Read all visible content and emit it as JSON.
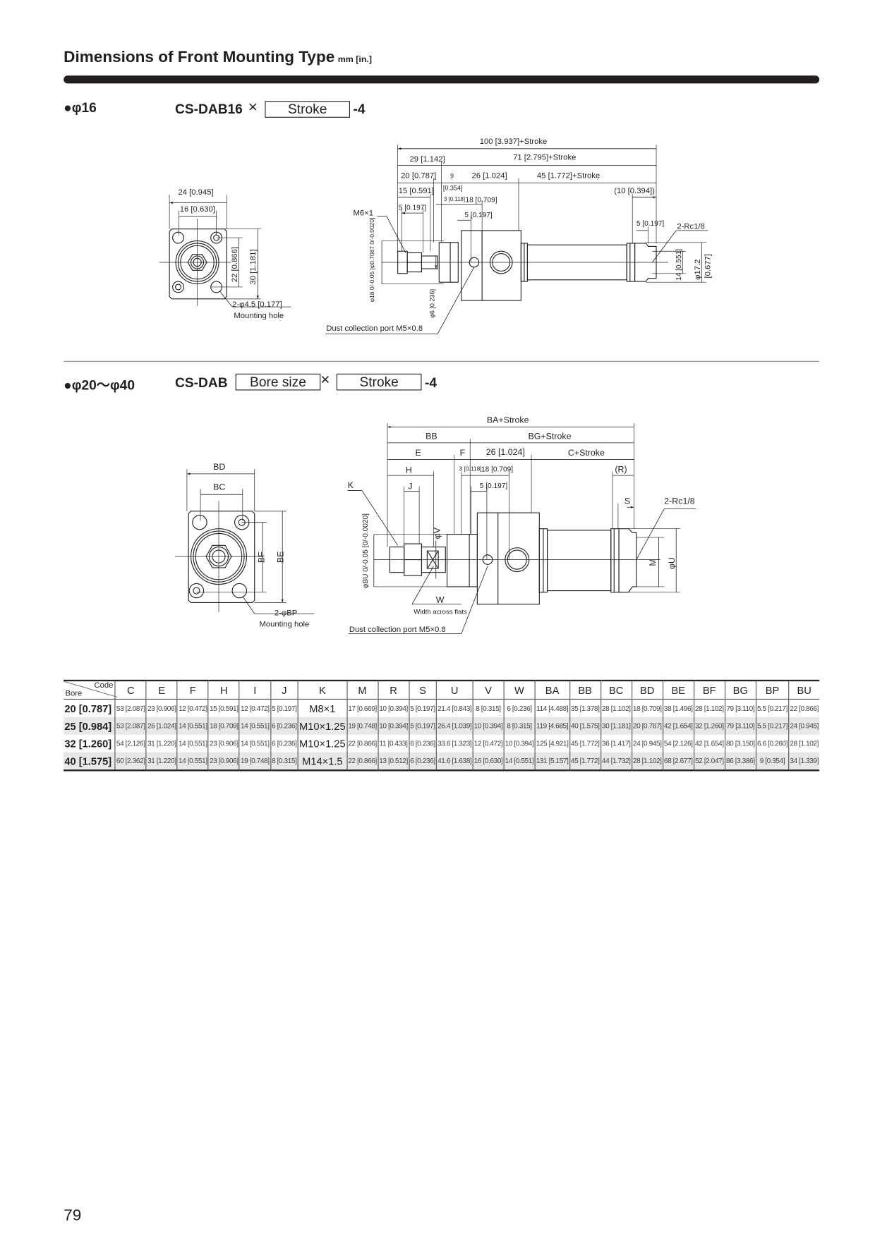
{
  "header": {
    "title": "Dimensions of Front Mounting Type",
    "units": "mm [in.]"
  },
  "section1": {
    "bullet": "●",
    "bore": "φ16",
    "model": "CS-DAB16",
    "times": "×",
    "box": "Stroke",
    "suffix": "-4",
    "labels": {
      "d100": "100 [3.937]+Stroke",
      "d29": "29 [1.142]",
      "d71": "71 [2.795]+Stroke",
      "d20": "20 [0.787]",
      "d9": "9",
      "d9in": "[0.354]",
      "d26": "26 [1.024]",
      "d45": "45 [1.772]+Stroke",
      "d15": "15 [0.591]",
      "d3": "3 [0.118]",
      "d18": "18 [0.709]",
      "d10": "(10 [0.394])",
      "d5a": "5 [0.197]",
      "d5b": "5 [0.197]",
      "d5c": "5 [0.197]",
      "m6": "M6×1",
      "rc": "2-Rc1/8",
      "phi18": "φ18 0/-0.05 [φ0.7087 0/-0.0020]",
      "phi6": "φ6 [0.236]",
      "d14": "14 [0.551]",
      "phi17": "φ17.2",
      "phi17in": "[0.677]",
      "d24": "24 [0.945]",
      "d16": "16 [0.630]",
      "d22": "22 [0.866]",
      "d30": "30 [1.181]",
      "hole": "2-φ4.5 [0.177]",
      "hole_label": "Mounting hole",
      "dust": "Dust collection port M5×0.8"
    }
  },
  "section2": {
    "bullet": "●",
    "bore": "φ20～φ40",
    "model": "CS-DAB",
    "box1": "Bore size",
    "times": "×",
    "box2": "Stroke",
    "suffix": "-4",
    "labels": {
      "ba": "BA+Stroke",
      "bb": "BB",
      "bg": "BG+Stroke",
      "e": "E",
      "f": "F",
      "d26": "26 [1.024]",
      "c": "C+Stroke",
      "h": "H",
      "d3": "3 [0.118]",
      "d18": "18 [0.709]",
      "r": "(R)",
      "j": "J",
      "d5": "5 [0.197]",
      "k": "K",
      "s": "S",
      "rc": "2-Rc1/8",
      "v": "φV",
      "bu": "φBU 0/-0.05 [0/-0.0020]",
      "m": "M",
      "u": "φU",
      "w": "W",
      "w_label": "Width across flats",
      "dust": "Dust collection port M5×0.8",
      "bd": "BD",
      "bc": "BC",
      "bf": "BF",
      "be": "BE",
      "bp": "2-φBP",
      "hole_label": "Mounting hole"
    }
  },
  "table": {
    "corner_bore": "Bore",
    "corner_code": "Code",
    "headers": [
      "C",
      "E",
      "F",
      "H",
      "I",
      "J",
      "K",
      "M",
      "R",
      "S",
      "U",
      "V",
      "W",
      "BA",
      "BB",
      "BC",
      "BD",
      "BE",
      "BF",
      "BG",
      "BP",
      "BU"
    ],
    "rows": [
      [
        "20 [0.787]",
        "53 [2.087]",
        "23 [0.906]",
        "12 [0.472]",
        "15 [0.591]",
        "12 [0.472]",
        "5 [0.197]",
        "M8×1",
        "17 [0.669]",
        "10 [0.394]",
        "5 [0.197]",
        "21.4 [0.843]",
        "8 [0.315]",
        "6 [0.236]",
        "114 [4.488]",
        "35 [1.378]",
        "28 [1.102]",
        "18 [0.709]",
        "38 [1.496]",
        "28 [1.102]",
        "79 [3.110]",
        "5.5 [0.217]",
        "22 [0.866]"
      ],
      [
        "25 [0.984]",
        "53 [2.087]",
        "26 [1.024]",
        "14 [0.551]",
        "18 [0.709]",
        "14 [0.551]",
        "6 [0.236]",
        "M10×1.25",
        "19 [0.748]",
        "10 [0.394]",
        "5 [0.197]",
        "26.4 [1.039]",
        "10 [0.394]",
        "8 [0.315]",
        "119 [4.685]",
        "40 [1.575]",
        "30 [1.181]",
        "20 [0.787]",
        "42 [1.654]",
        "32 [1.260]",
        "79 [3.110]",
        "5.5 [0.217]",
        "24 [0.945]"
      ],
      [
        "32 [1.260]",
        "54 [2.126]",
        "31 [1.220]",
        "14 [0.551]",
        "23 [0.906]",
        "14 [0.551]",
        "6 [0.236]",
        "M10×1.25",
        "22 [0.866]",
        "11 [0.433]",
        "6 [0.236]",
        "33.6 [1.323]",
        "12 [0.472]",
        "10 [0.394]",
        "125 [4.921]",
        "45 [1.772]",
        "36 [1.417]",
        "24 [0.945]",
        "54 [2.126]",
        "42 [1.654]",
        "80 [3.150]",
        "6.6 [0.260]",
        "28 [1.102]"
      ],
      [
        "40 [1.575]",
        "60 [2.362]",
        "31 [1.220]",
        "14 [0.551]",
        "23 [0.906]",
        "19 [0.748]",
        "8 [0.315]",
        "M14×1.5",
        "22 [0.866]",
        "13 [0.512]",
        "6 [0.236]",
        "41.6 [1.638]",
        "16 [0.630]",
        "14 [0.551]",
        "131 [5.157]",
        "45 [1.772]",
        "44 [1.732]",
        "28 [1.102]",
        "68 [2.677]",
        "52 [2.047]",
        "86 [3.386]",
        "9 [0.354]",
        "34 [1.339]"
      ]
    ]
  },
  "page_number": "79"
}
